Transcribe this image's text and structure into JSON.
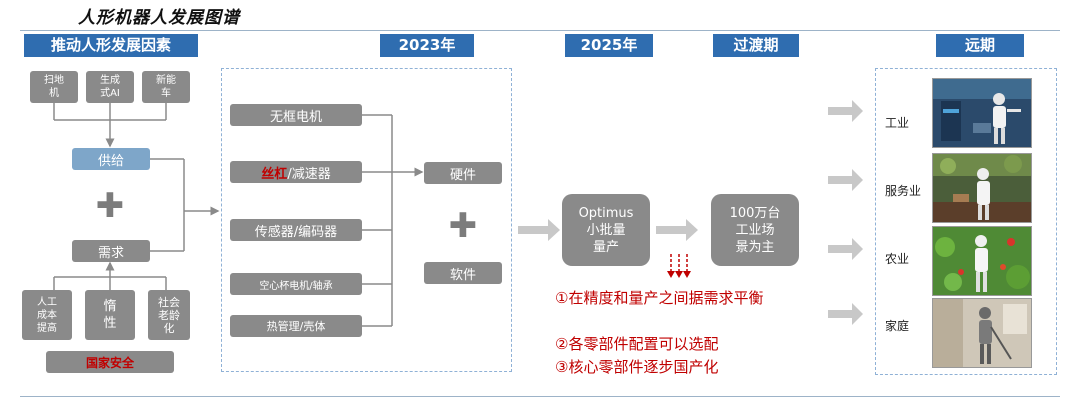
{
  "title": "人形机器人发展图谱",
  "headers": {
    "drivers": "推动人形发展因素",
    "y2023": "2023年",
    "y2025": "2025年",
    "transition": "过渡期",
    "longterm": "远期"
  },
  "drivers": {
    "top_factors": [
      {
        "label": "扫地\n机"
      },
      {
        "label": "生成\n式AI"
      },
      {
        "label": "新能\n车"
      }
    ],
    "supply": "供给",
    "demand": "需求",
    "bottom_factors": [
      {
        "label": "人工\n成本\n提高"
      },
      {
        "label": "惰\n性"
      },
      {
        "label": "社会\n老龄\n化"
      }
    ],
    "security": "国家安全"
  },
  "components": [
    {
      "label": "无框电机"
    },
    {
      "label_red": "丝杠",
      "label_rest": "/减速器"
    },
    {
      "label": "传感器/编码器"
    },
    {
      "label": "空心杯电机/轴承"
    },
    {
      "label": "热管理/壳体"
    }
  ],
  "hardware": "硬件",
  "software": "软件",
  "stage_2025": "Optimus\n小批量\n量产",
  "stage_transition": "100万台\n工业场\n景为主",
  "notes": [
    "①在精度和量产之间据需求平衡",
    "②各零部件配置可以选配",
    "③核心零部件逐步国产化"
  ],
  "applications": [
    {
      "label": "工业",
      "icon": "industrial-robot-photo"
    },
    {
      "label": "服务业",
      "icon": "service-robot-photo"
    },
    {
      "label": "农业",
      "icon": "agriculture-robot-photo"
    },
    {
      "label": "家庭",
      "icon": "household-robot-photo"
    }
  ],
  "colors": {
    "header": "#2f6db0",
    "box": "#8a8a8a",
    "supply": "#7ea6c9",
    "accent_red": "#c00000",
    "dashed": "#8fb1d6"
  }
}
